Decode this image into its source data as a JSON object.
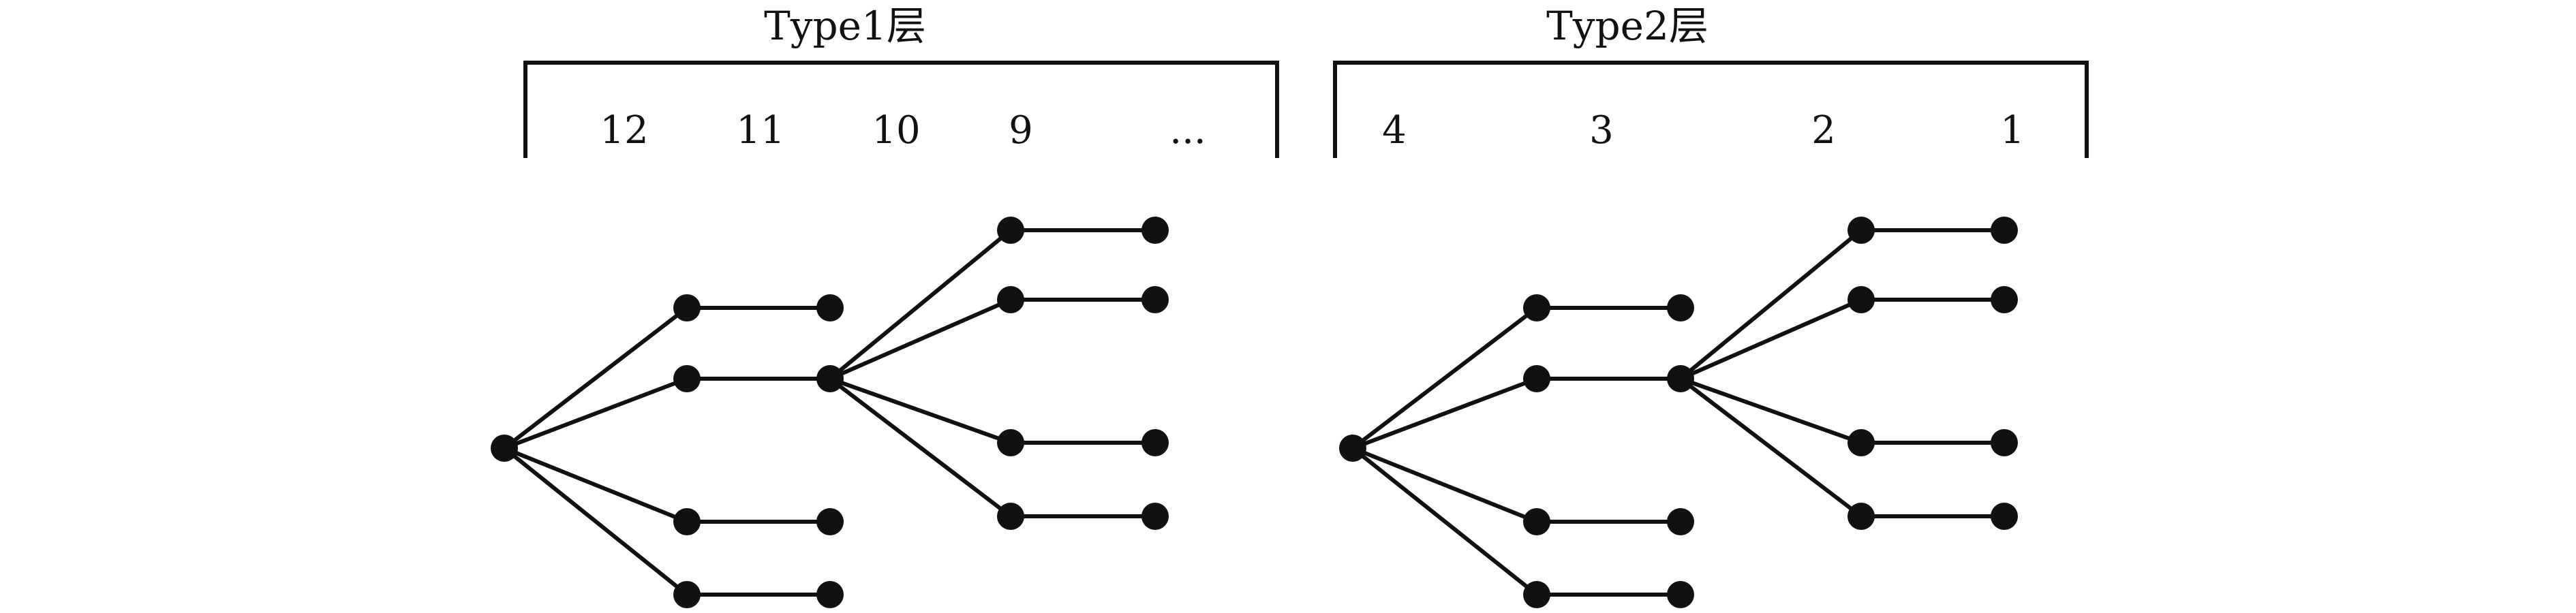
{
  "groups": [
    {
      "title": "Type1层",
      "layer_labels": [
        "12",
        "11",
        "10",
        "9",
        "..."
      ]
    },
    {
      "title": "Type2层",
      "layer_labels": [
        "4",
        "3",
        "2",
        "1"
      ]
    }
  ],
  "colors": {
    "ink": "#111111",
    "background": "#ffffff"
  }
}
